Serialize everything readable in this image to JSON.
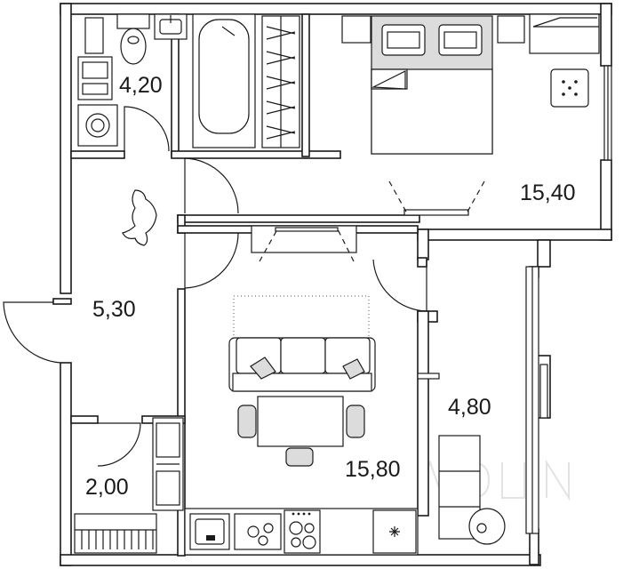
{
  "rooms": [
    {
      "id": "bathroom",
      "area": "4,20"
    },
    {
      "id": "bedroom",
      "area": "15,40"
    },
    {
      "id": "hallway",
      "area": "5,30"
    },
    {
      "id": "living-kitchen",
      "area": "15,80"
    },
    {
      "id": "balcony",
      "area": "4,80"
    },
    {
      "id": "storage",
      "area": "2,00"
    }
  ],
  "colors": {
    "wall": "#1a1a1a",
    "furniture_shade": "#dcdcdc",
    "background": "#ffffff"
  }
}
